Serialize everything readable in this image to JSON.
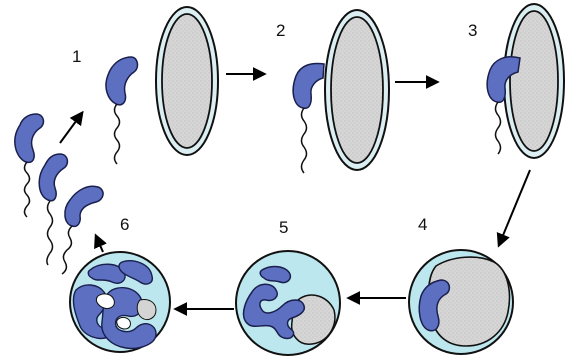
{
  "steps": [
    {
      "label": "1"
    },
    {
      "label": "2"
    },
    {
      "label": "3"
    },
    {
      "label": "4"
    },
    {
      "label": "5"
    },
    {
      "label": "6"
    }
  ],
  "colors": {
    "bacterium": "#5c6fc1",
    "bacterium_outline": "#1a1f4d",
    "prey_fill": "#d4d4d4",
    "prey_wall": "#dbeef2",
    "infected_cell_fill": "#bde7ee",
    "arrow": "#000000"
  },
  "icons": [
    "free-swimming-bacterium-icon",
    "prey-cell-icon",
    "infected-round-cell-icon",
    "process-arrow-icon"
  ]
}
